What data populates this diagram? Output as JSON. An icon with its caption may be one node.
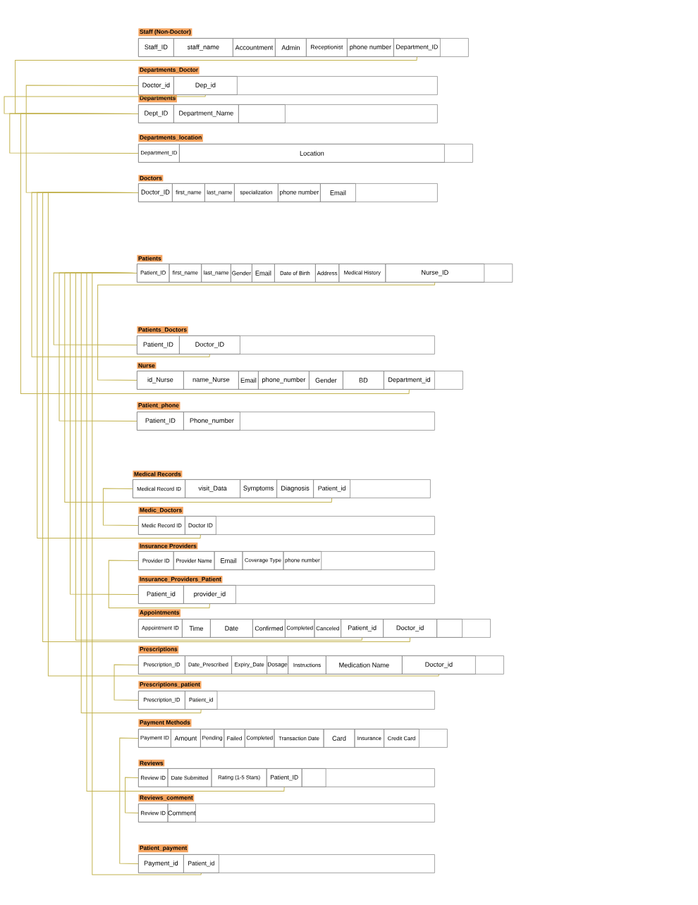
{
  "diagram": {
    "nodes": [
      {
        "text": [
          "Staff (Non-Doctor)"
        ]
      },
      {
        "text": [
          "Staff_ID"
        ],
        "in": 0
      },
      {
        "text": [
          "staff_name"
        ],
        "in": 0
      },
      {
        "text": [
          "Accountment"
        ],
        "in": 0
      },
      {
        "text": [
          "Admin"
        ],
        "in": 0
      },
      {
        "text": [
          "Receptionist"
        ],
        "in": 0
      },
      {
        "text": [
          "phone number"
        ],
        "in": 0
      },
      {
        "text": [
          "Department_ID"
        ],
        "in": 0
      },
      {
        "text": [
          "Departments_Doctor"
        ]
      },
      {
        "text": [
          "Doctor_id"
        ],
        "in": 8
      },
      {
        "text": [
          "Dep_id"
        ],
        "in": 8
      },
      {
        "text": [
          "Departments"
        ]
      },
      {
        "text": [
          "Dept_ID"
        ],
        "in": 11
      },
      {
        "text": [
          "Department_Name"
        ],
        "in": 11
      },
      {
        "text": [],
        "shape": "box",
        "in": 11
      },
      {
        "text": [
          "Departments_location"
        ]
      },
      {
        "text": [
          "Department_ID"
        ],
        "in": 15
      },
      {
        "text": [
          "Location"
        ],
        "in": 15
      },
      {
        "text": [
          "Doctors"
        ]
      },
      {
        "text": [
          "Doctor_ID"
        ],
        "in": 18
      },
      {
        "text": [
          "first_name"
        ],
        "in": 18
      },
      {
        "text": [
          "last_name"
        ],
        "in": 18
      },
      {
        "text": [
          "specialization"
        ],
        "in": 18
      },
      {
        "text": [
          "phone number"
        ],
        "in": 18
      },
      {
        "text": [
          "Email"
        ],
        "in": 18
      },
      {
        "text": [
          "Patients"
        ]
      },
      {
        "text": [
          "Patient_ID"
        ],
        "in": 25
      },
      {
        "text": [
          "first_name"
        ],
        "in": 25
      },
      {
        "text": [
          "last_name"
        ],
        "in": 25
      },
      {
        "text": [
          "Gender"
        ],
        "in": 25
      },
      {
        "text": [
          "Email"
        ],
        "in": 25
      },
      {
        "text": [
          "Date of Birth"
        ],
        "in": 25
      },
      {
        "text": [
          "Address"
        ],
        "in": 25
      },
      {
        "text": [
          "Medical History"
        ],
        "in": 25
      },
      {
        "text": [
          "Nurse_ID"
        ],
        "in": 25
      },
      {
        "text": [
          "Patients_Doctors"
        ]
      },
      {
        "text": [
          "Patient_ID"
        ],
        "in": 35
      },
      {
        "text": [
          "Doctor_ID"
        ],
        "in": 35
      },
      {
        "text": [
          "Nurse"
        ]
      },
      {
        "text": [
          "id_Nurse"
        ],
        "in": 38
      },
      {
        "text": [
          "name_Nurse"
        ],
        "in": 38
      },
      {
        "text": [
          "Email"
        ],
        "in": 38
      },
      {
        "text": [
          "phone_number"
        ],
        "in": 38
      },
      {
        "text": [
          "Gender"
        ],
        "in": 38
      },
      {
        "text": [
          "BD"
        ],
        "in": 38
      },
      {
        "text": [
          "Department_id"
        ],
        "in": 38
      },
      {
        "text": [
          "Patient_phone"
        ]
      },
      {
        "text": [
          "Patient_ID"
        ],
        "in": 46
      },
      {
        "text": [
          "Phone_number"
        ],
        "in": 46
      },
      {
        "text": [
          "Medical Records"
        ]
      },
      {
        "text": [
          "Medical Record ID"
        ],
        "in": 49
      },
      {
        "text": [
          "visit_Data"
        ],
        "in": 49
      },
      {
        "text": [
          "Symptoms"
        ],
        "in": 49
      },
      {
        "text": [
          "Diagnosis"
        ],
        "in": 49
      },
      {
        "text": [
          "Patient_id"
        ],
        "in": 49
      },
      {
        "text": [
          "Medic_Doctors"
        ]
      },
      {
        "text": [
          "Medic Record ID"
        ],
        "in": 55
      },
      {
        "text": [
          "Doctor ID"
        ],
        "in": 55
      },
      {
        "text": [
          "Insurance Providers"
        ]
      },
      {
        "text": [
          "Provider ID"
        ],
        "in": 58
      },
      {
        "text": [
          "Provider Name"
        ],
        "in": 58
      },
      {
        "text": [
          "Email"
        ],
        "in": 58
      },
      {
        "text": [
          "Coverage Type"
        ],
        "in": 58
      },
      {
        "text": [
          "phone number"
        ],
        "in": 58
      },
      {
        "text": [
          "Insurance_Providers_Patient"
        ]
      },
      {
        "text": [
          "Patient_id"
        ],
        "in": 64
      },
      {
        "text": [
          "provider_id"
        ],
        "in": 64
      },
      {
        "text": [
          "Appointments"
        ]
      },
      {
        "text": [
          "Appointment ID"
        ],
        "in": 67
      },
      {
        "text": [
          "Time"
        ],
        "in": 67
      },
      {
        "text": [
          "Date"
        ],
        "in": 67
      },
      {
        "text": [
          "Confirmed"
        ],
        "in": 67
      },
      {
        "text": [
          "Completed"
        ],
        "in": 67
      },
      {
        "text": [
          "Canceled"
        ],
        "in": 67
      },
      {
        "text": [
          "Patient_id"
        ],
        "in": 67
      },
      {
        "text": [
          "Doctor_id"
        ],
        "in": 67
      },
      {
        "text": [],
        "shape": "box",
        "in": 67
      },
      {
        "text": [
          "Prescriptions"
        ]
      },
      {
        "text": [
          "Prescription_ID"
        ],
        "in": 77
      },
      {
        "text": [
          "Date_Prescribed"
        ],
        "in": 77
      },
      {
        "text": [
          "Expiry_Date"
        ],
        "in": 77
      },
      {
        "text": [
          "Dosage"
        ],
        "in": 77
      },
      {
        "text": [
          "Instructions"
        ],
        "in": 77
      },
      {
        "text": [
          "Medication Name"
        ],
        "in": 77
      },
      {
        "text": [
          "Doctor_id"
        ],
        "in": 77
      },
      {
        "text": [
          "Prescriptions_patient"
        ]
      },
      {
        "text": [
          "Prescription_ID"
        ],
        "in": 85
      },
      {
        "text": [
          "Patient_id"
        ],
        "in": 85
      },
      {
        "text": [
          "Payment Methods"
        ]
      },
      {
        "text": [
          "Payment ID"
        ],
        "in": 88
      },
      {
        "text": [
          "Amount"
        ],
        "in": 88
      },
      {
        "text": [
          "Pending"
        ],
        "in": 88
      },
      {
        "text": [
          "Failed"
        ],
        "in": 88
      },
      {
        "text": [
          "Completed"
        ],
        "in": 88
      },
      {
        "text": [
          "Transaction Date"
        ],
        "in": 88
      },
      {
        "text": [
          "Card"
        ],
        "in": 88
      },
      {
        "text": [
          "Insurance"
        ],
        "in": 88
      },
      {
        "text": [
          "Credit Card"
        ],
        "in": 88
      },
      {
        "text": [
          "Reviews"
        ]
      },
      {
        "text": [
          "Review ID"
        ],
        "in": 98
      },
      {
        "text": [
          "Date Submitted"
        ],
        "in": 98
      },
      {
        "text": [
          "Rating (1-5 Stars)"
        ],
        "in": 98
      },
      {
        "text": [
          "Patient_ID"
        ],
        "in": 98
      },
      {
        "text": [],
        "shape": "box",
        "in": 98
      },
      {
        "text": [
          "Reviews_comment"
        ]
      },
      {
        "text": [
          "Review ID"
        ],
        "in": 104
      },
      {
        "text": [
          "Comment"
        ],
        "in": 104
      },
      {
        "text": [
          "Patient_payment"
        ]
      },
      {
        "text": [
          "Payment_id"
        ],
        "in": 107
      },
      {
        "text": [
          "Patient_id"
        ],
        "in": 107
      }
    ],
    "edges": [
      {
        "from": 12,
        "to": 10,
        "arrow": "none"
      },
      {
        "from": 12,
        "to": 16,
        "arrow": "none"
      },
      {
        "from": 12,
        "to": 7,
        "arrow": "none"
      },
      {
        "from": 12,
        "to": 45,
        "arrow": "none"
      },
      {
        "from": 19,
        "to": 9,
        "arrow": "none"
      },
      {
        "from": 19,
        "to": 37,
        "arrow": "none"
      },
      {
        "from": 19,
        "to": 57,
        "arrow": "none"
      },
      {
        "from": 19,
        "to": 75,
        "arrow": "none"
      },
      {
        "from": 19,
        "to": 84,
        "arrow": "none"
      },
      {
        "from": 26,
        "to": 36,
        "arrow": "none"
      },
      {
        "from": 26,
        "to": 47,
        "arrow": "none"
      },
      {
        "from": 26,
        "to": 54,
        "arrow": "none"
      },
      {
        "from": 26,
        "to": 65,
        "arrow": "none"
      },
      {
        "from": 26,
        "to": 74,
        "arrow": "none"
      },
      {
        "from": 26,
        "to": 87,
        "arrow": "none"
      },
      {
        "from": 26,
        "to": 102,
        "arrow": "none"
      },
      {
        "from": 26,
        "to": 109,
        "arrow": "none"
      },
      {
        "from": 39,
        "to": 34,
        "arrow": "none"
      },
      {
        "from": 50,
        "to": 56,
        "arrow": "none"
      },
      {
        "from": 59,
        "to": 66,
        "arrow": "none"
      },
      {
        "from": 78,
        "to": 86,
        "arrow": "none"
      },
      {
        "from": 89,
        "to": 108,
        "arrow": "none"
      },
      {
        "from": 99,
        "to": 105,
        "arrow": "none"
      }
    ]
  }
}
